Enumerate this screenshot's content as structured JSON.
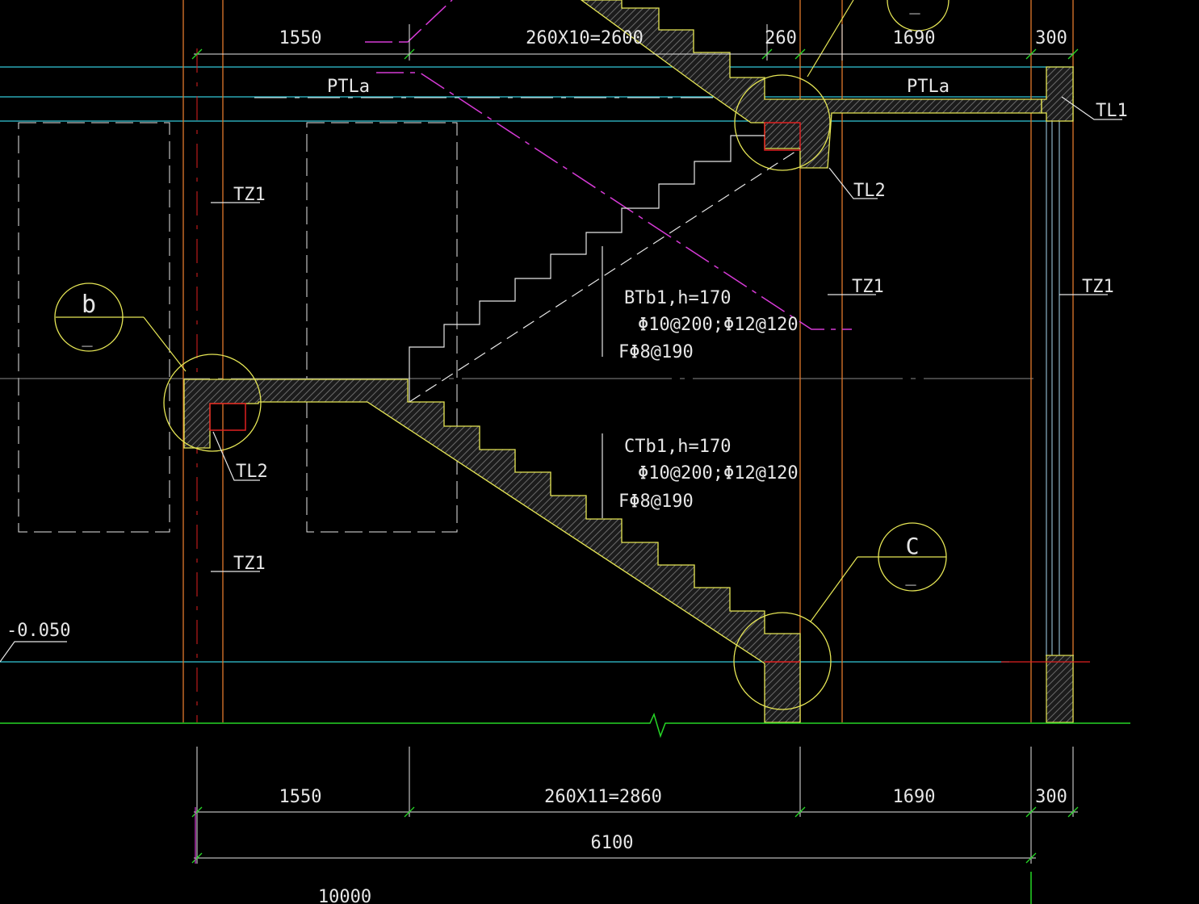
{
  "colors": {
    "background": "#000000",
    "white": "#e6e6e6",
    "yellow": "#e6e655",
    "cyan": "#33c8d8",
    "orange": "#e0782c",
    "magenta": "#d63ad6",
    "green": "#26d626",
    "red": "#e02020",
    "hatch": "#5a5a5a"
  },
  "dimensions": {
    "top": [
      "1550",
      "260X10=2600",
      "260",
      "1690",
      "300"
    ],
    "bottom": [
      "1550",
      "260X11=2860",
      "1690",
      "300"
    ],
    "total": "6100",
    "overall": "10000"
  },
  "labels": {
    "ptla_left": "PTLa",
    "ptla_right": "PTLa",
    "tl1": "TL1",
    "tl2_upper": "TL2",
    "tl2_lower": "TL2",
    "tz1_a": "TZ1",
    "tz1_b": "TZ1",
    "tz1_c": "TZ1",
    "tz1_d": "TZ1",
    "level": "-0.050"
  },
  "callouts": {
    "b_letter": "b",
    "b_sub": "_",
    "c_letter": "C",
    "c_sub": "_",
    "top_sub": "_"
  },
  "slabs": {
    "upper": {
      "name": "BTb1,h=170",
      "rebar": "Φ10@200;Φ12@120",
      "dist": "FΦ8@190"
    },
    "lower": {
      "name": "CTb1,h=170",
      "rebar": "Φ10@200;Φ12@120",
      "dist": "FΦ8@190"
    }
  }
}
